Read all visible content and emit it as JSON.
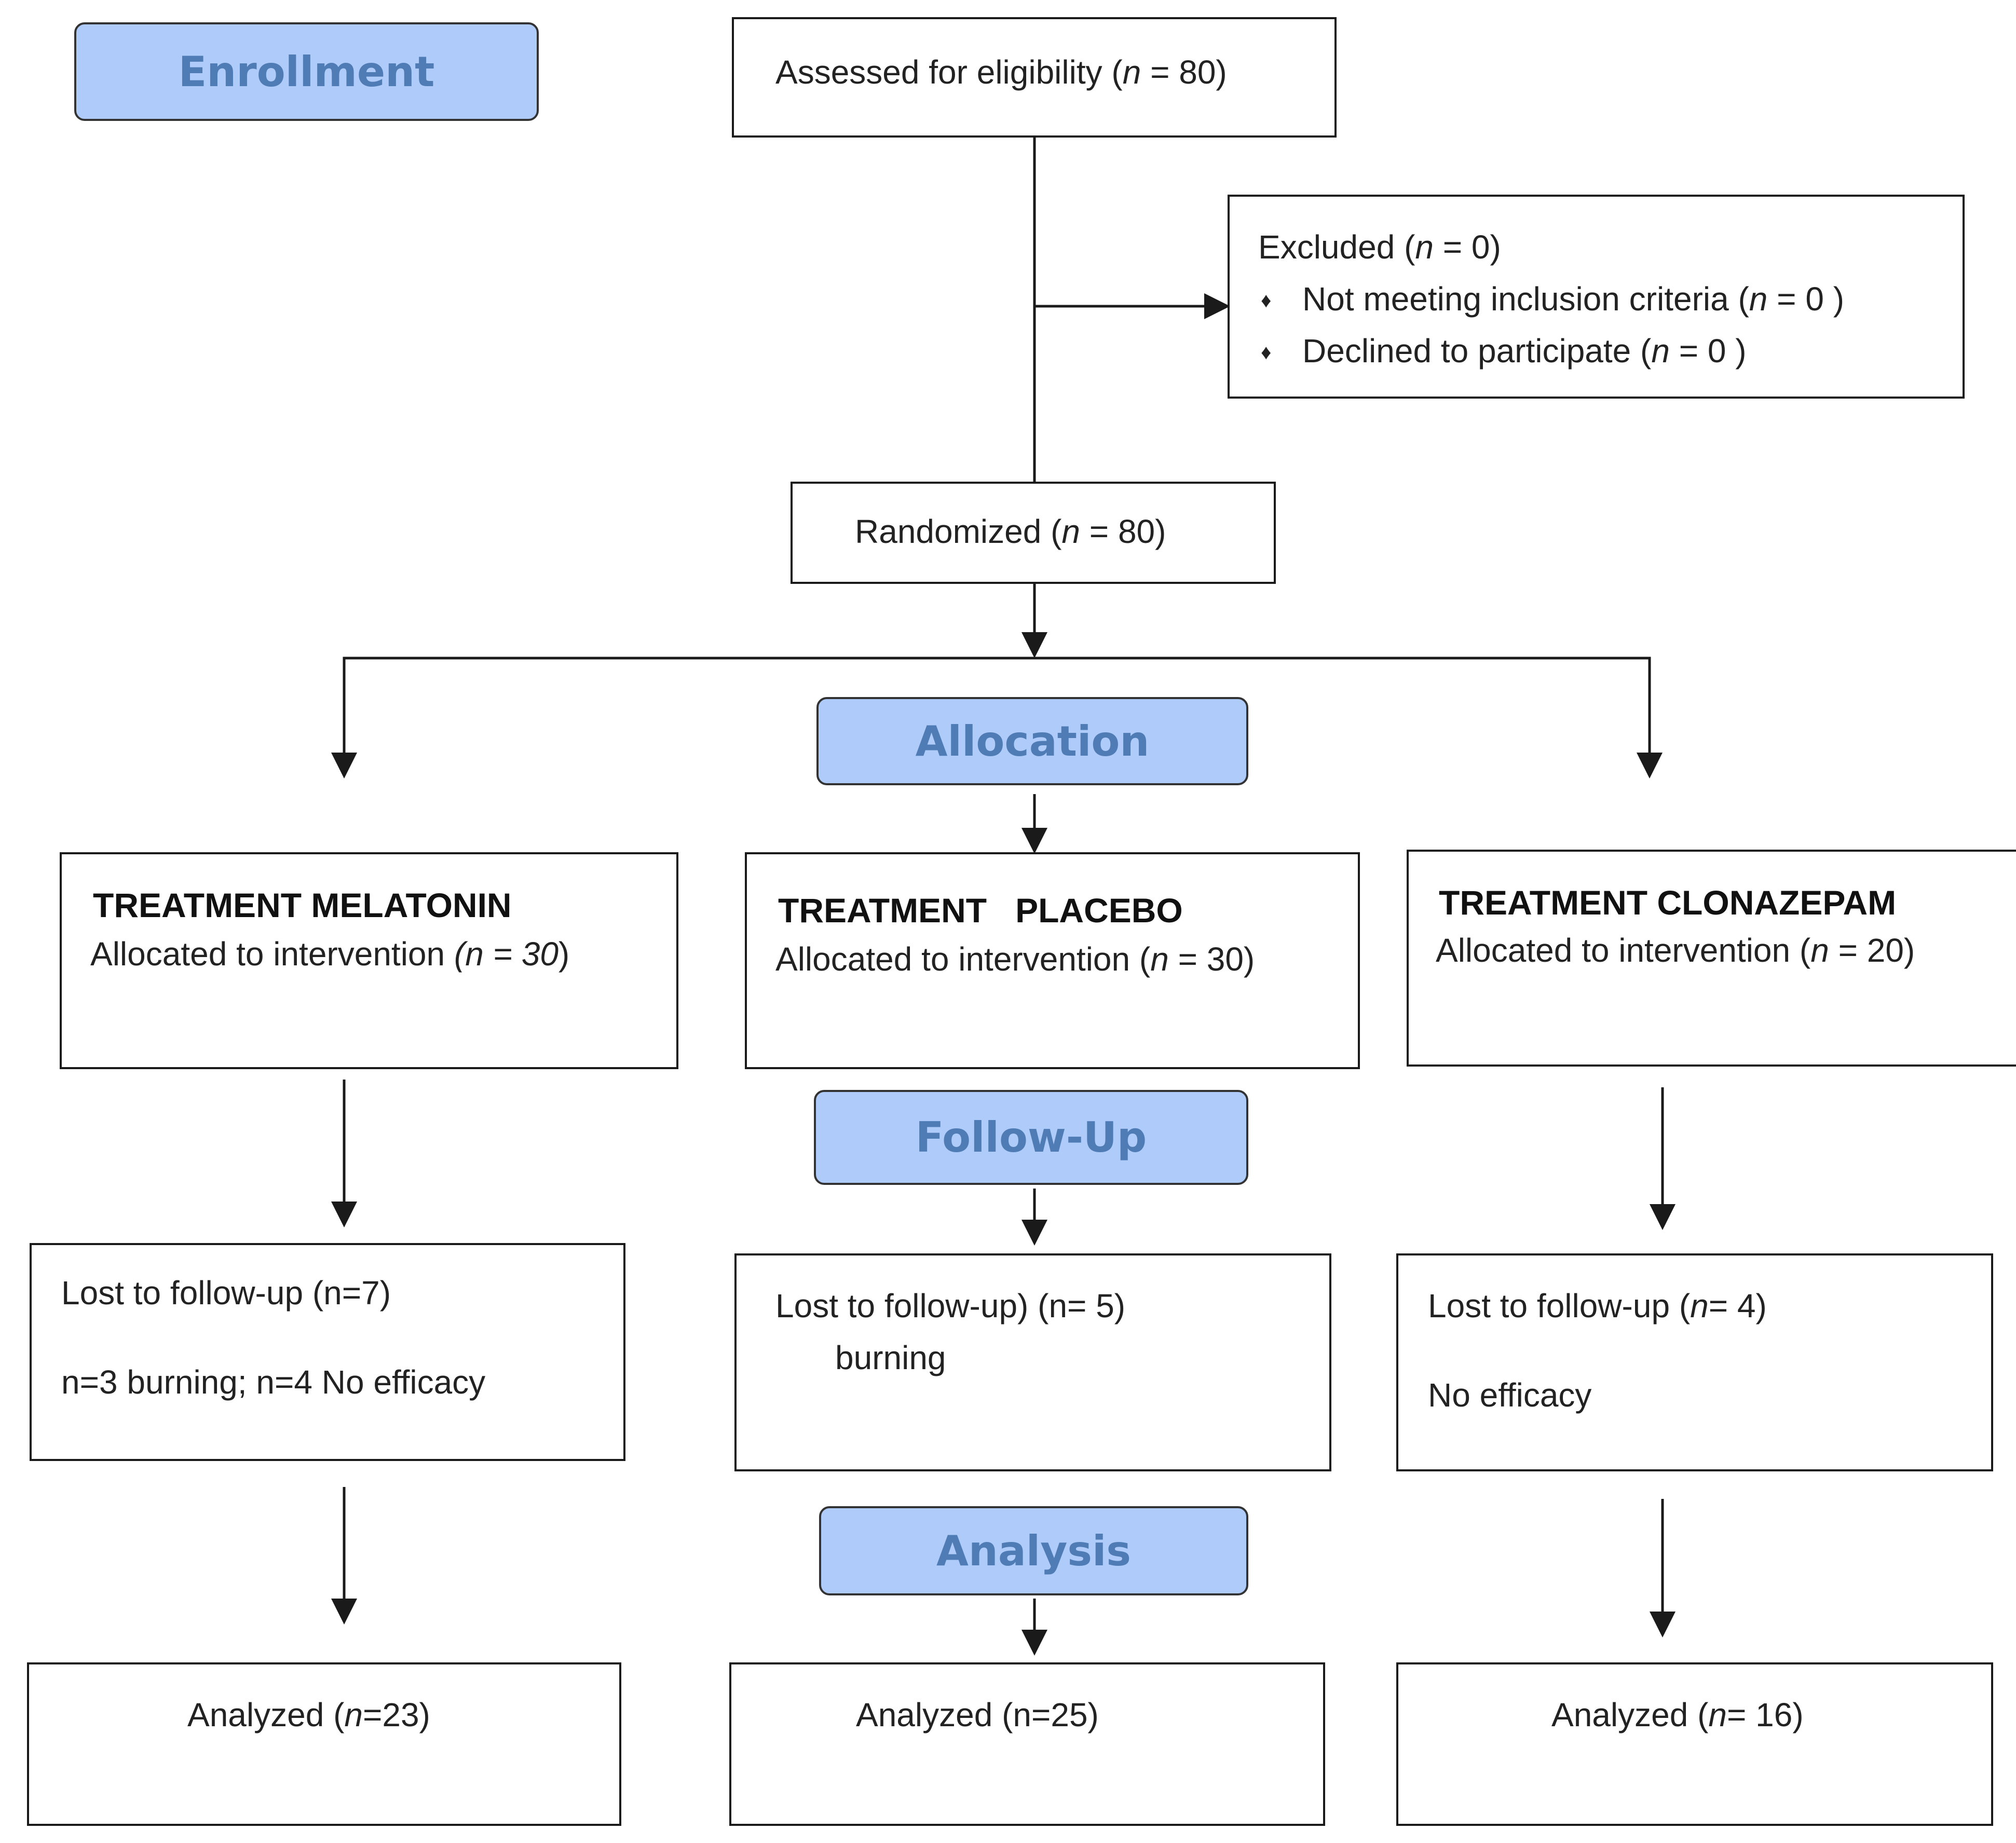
{
  "stages": {
    "enrollment": "Enrollment",
    "allocation": "Allocation",
    "follow_up": "Follow-Up",
    "analysis": "Analysis"
  },
  "assessed": {
    "label": "Assessed for eligibility (",
    "n": "n",
    "value": " = 80)"
  },
  "excluded": {
    "title_pre": "Excluded (",
    "title_n": "n",
    "title_post": " = 0)",
    "bullet": "♦",
    "items": [
      {
        "pre": "Not meeting inclusion criteria (",
        "n": "n",
        "post": " = 0 )"
      },
      {
        "pre": "Declined to participate (",
        "n": "n",
        "post": " = 0 )"
      }
    ]
  },
  "randomized": {
    "pre": "Randomized (",
    "n": "n",
    "post": " = 80)"
  },
  "arms": [
    {
      "title": "TREATMENT MELATONIN",
      "alloc_pre": "Allocated to intervention ",
      "alloc_n": "(n = 30",
      "alloc_post": ")",
      "lost_line1": "Lost to follow-up (n=7)",
      "lost_line2": "n=3 burning; n=4 No efficacy",
      "analyzed_pre": "Analyzed (",
      "analyzed_n": "n",
      "analyzed_post": "=23)"
    },
    {
      "title": "TREATMENT   PLACEBO",
      "alloc_pre": "Allocated to intervention (",
      "alloc_n": "n",
      "alloc_post": " = 30)",
      "lost_line1": "Lost to follow-up) (n= 5)",
      "lost_line2": "burning",
      "analyzed_pre": "Analyzed (n=25)",
      "analyzed_n": "",
      "analyzed_post": ""
    },
    {
      "title": "TREATMENT CLONAZEPAM",
      "alloc_pre": "Allocated to intervention (",
      "alloc_n": "n",
      "alloc_post": " = 20)",
      "lost_line1_pre": "Lost to follow-up (",
      "lost_line1_n": "n",
      "lost_line1_post": "= 4)",
      "lost_line2": "No efficacy",
      "analyzed_pre": "Analyzed (",
      "analyzed_n": "n",
      "analyzed_post": "= 16)"
    }
  ]
}
